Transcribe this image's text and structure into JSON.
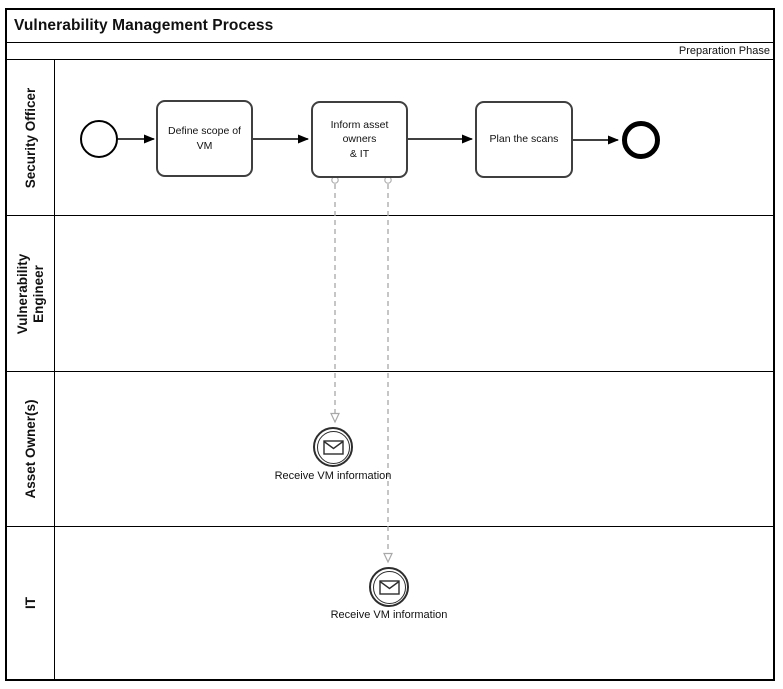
{
  "title": "Vulnerability Management Process",
  "phase_label": "Preparation Phase",
  "lanes": [
    {
      "label": "Security Officer"
    },
    {
      "label": "Vulnerability\nEngineer"
    },
    {
      "label": "Asset Owner(s)"
    },
    {
      "label": "IT"
    }
  ],
  "tasks": [
    {
      "label": "Define scope of VM"
    },
    {
      "label": "Inform asset owners\n& IT"
    },
    {
      "label": "Plan the scans"
    }
  ],
  "events": [
    {
      "type": "start",
      "label": ""
    },
    {
      "type": "end",
      "label": ""
    },
    {
      "type": "message-catch",
      "label": "Receive VM information"
    },
    {
      "type": "message-catch",
      "label": "Receive VM information"
    }
  ],
  "colors": {
    "line": "#000000",
    "task_border": "#3f3f3f",
    "event_border": "#2d2d2d",
    "message_flow": "#a8a8a8",
    "background": "#ffffff"
  }
}
